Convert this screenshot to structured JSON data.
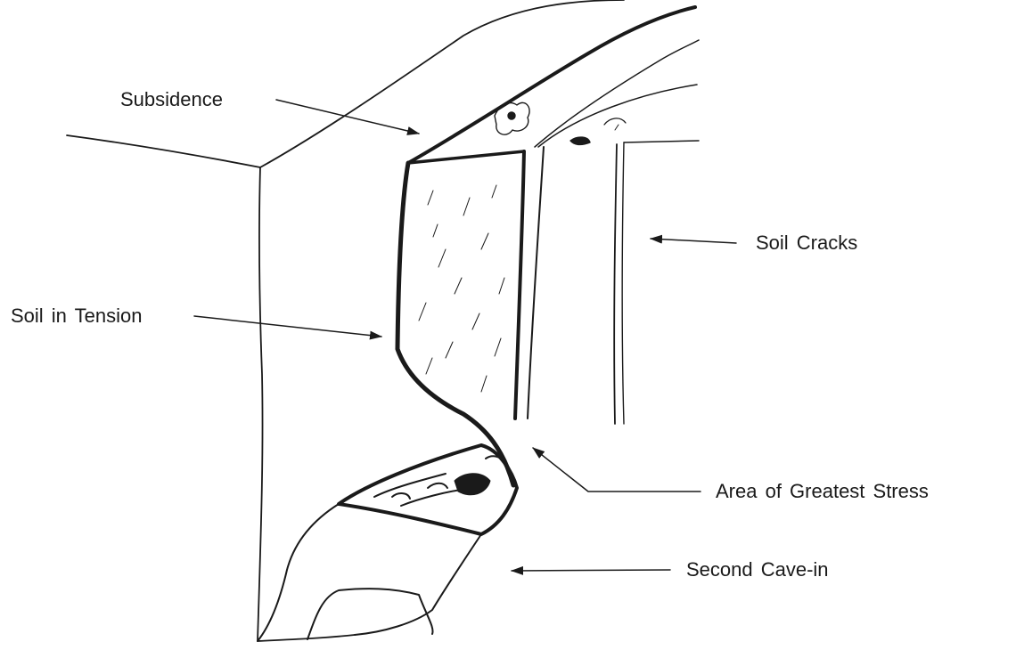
{
  "diagram": {
    "labels": {
      "subsidence": "Subsidence",
      "soil_cracks": "Soil Cracks",
      "soil_in_tension": "Soil in Tension",
      "area_of_greatest_stress": "Area of Greatest Stress",
      "second_cave_in": "Second Cave-in"
    },
    "colors": {
      "ink": "#1a1a1a",
      "background": "#ffffff"
    }
  }
}
